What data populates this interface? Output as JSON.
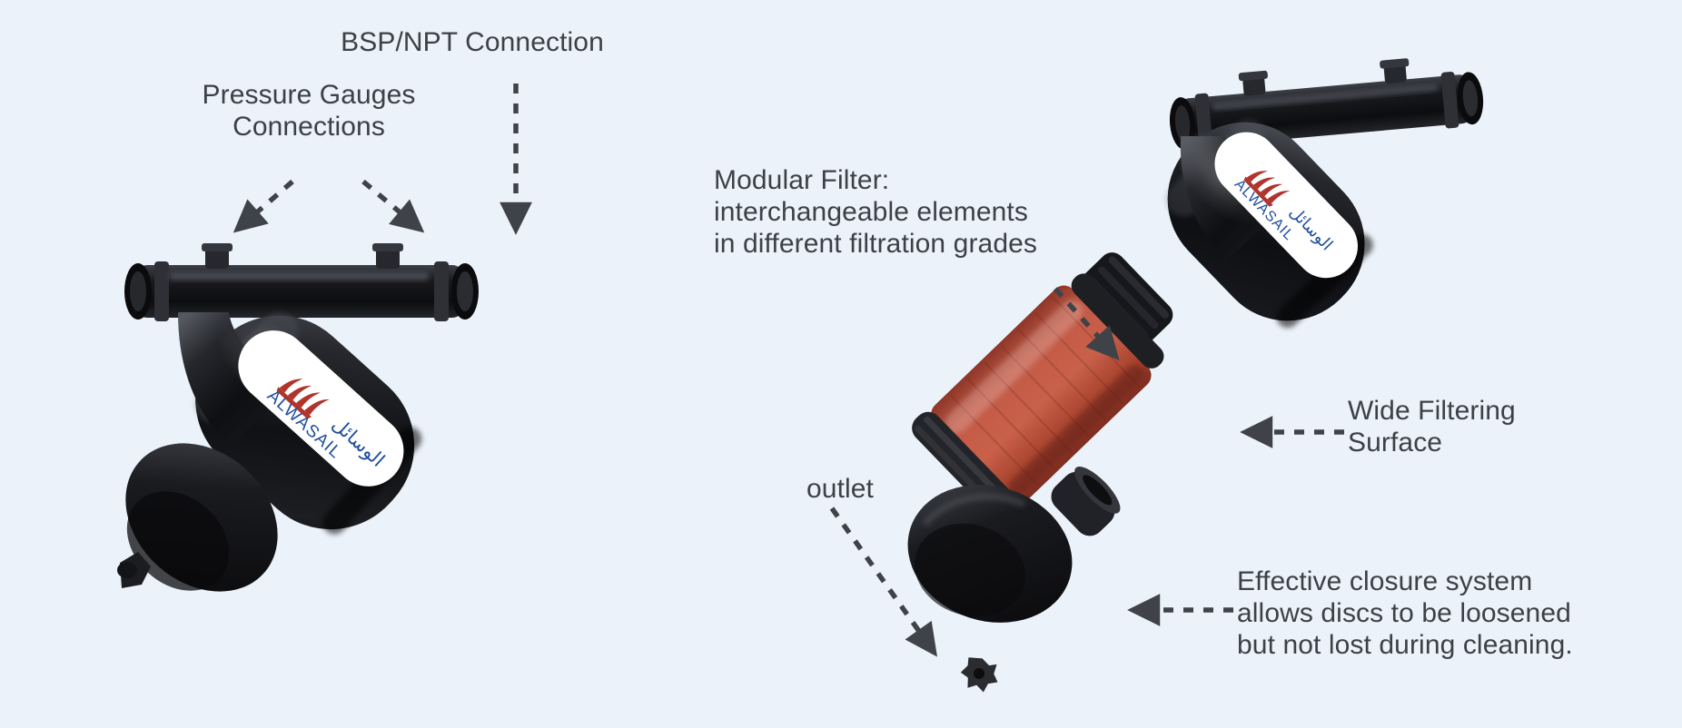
{
  "figure": {
    "kind": "product-exploded-diagram",
    "subject": "Disc filter",
    "background_color": "#ebf2f9",
    "label_color": "#3c4148",
    "arrow_color": "#3f4349"
  },
  "brand": {
    "latin_name": "ALWASAIL",
    "arabic_name": "الوسائل",
    "logo_mark_color": "#b0342c",
    "wordmark_color": "#1f4e9c",
    "label_background": "#ffffff"
  },
  "labels": {
    "bsp_npt": "BSP/NPT Connection",
    "pressure_gauges": "Pressure Gauges\nConnections",
    "modular_filter": "Modular Filter:\ninterchangeable elements\nin different filtration grades",
    "wide_filtering_surface": "Wide Filtering\nSurface",
    "outlet": "outlet",
    "closure_system": "Effective closure system\nallows discs to be loosened\nbut not lost during cleaning."
  },
  "products": {
    "assembled": {
      "name": "Assembled disc filter",
      "body_color": "#131417",
      "housing_color": "#1b1c20"
    },
    "exploded": {
      "name": "Exploded disc filter",
      "body_color": "#131417",
      "cartridge_color": "#c05040",
      "cartridge_shadow": "#8e3326",
      "end_cap_color": "#2a2b2f",
      "bottom_cap_color": "#17181b",
      "outlet_plug_color": "#2b2c30"
    }
  },
  "annotations": [
    {
      "id": "pressure-gauge-left",
      "style": "dashed-arrow"
    },
    {
      "id": "pressure-gauge-right",
      "style": "dashed-arrow"
    },
    {
      "id": "bsp-npt",
      "style": "dashed-arrow"
    },
    {
      "id": "modular-filter",
      "style": "dashed-arrow"
    },
    {
      "id": "wide-surface",
      "style": "dashed-arrow"
    },
    {
      "id": "outlet",
      "style": "dashed-arrow"
    },
    {
      "id": "closure",
      "style": "dashed-arrow"
    }
  ]
}
